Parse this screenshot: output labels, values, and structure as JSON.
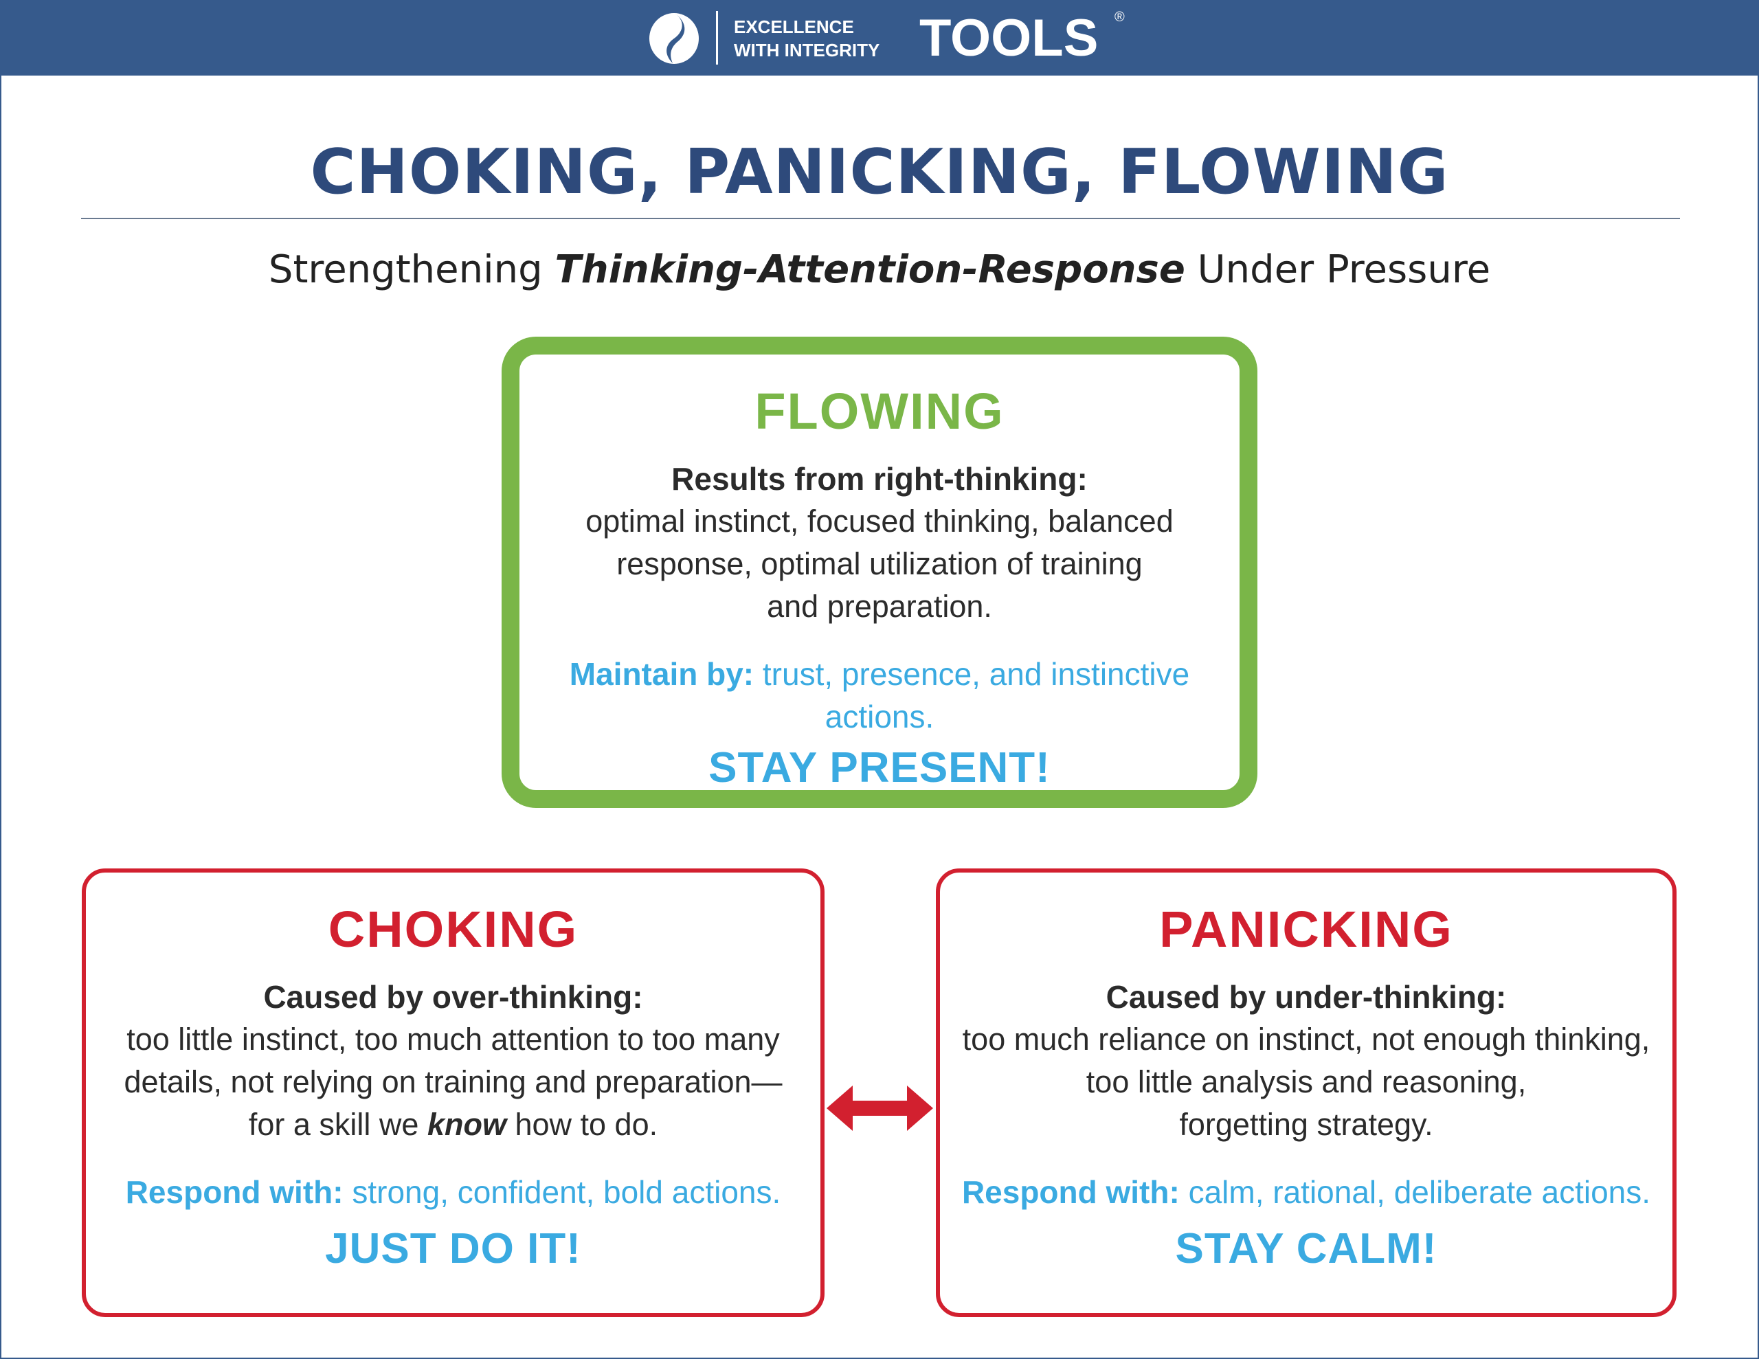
{
  "header": {
    "tagline_line1": "EXCELLENCE",
    "tagline_line2": "WITH INTEGRITY",
    "brand": "TOOLS",
    "registered": "®",
    "color": "#365a8c"
  },
  "title": "CHOKING, PANICKING, FLOWING",
  "subtitle": {
    "pre": "Strengthening ",
    "emphasis": "Thinking-Attention-Response",
    "post": " Under Pressure"
  },
  "flowing": {
    "heading": "FLOWING",
    "lead": "Results from right-thinking:",
    "body_lines": [
      "optimal instinct, focused thinking, balanced",
      "response, optimal utilization of training",
      "and preparation."
    ],
    "action_label": "Maintain by:",
    "action_text": " trust, presence, and instinctive",
    "action_text2": "actions.",
    "cta": "STAY PRESENT!",
    "color": "#7ab648"
  },
  "choking": {
    "heading": "CHOKING",
    "lead": "Caused by over-thinking:",
    "body_lines": [
      "too little instinct, too much attention to too many",
      "details, not relying on training and preparation—"
    ],
    "body_line3_pre": "for a skill we ",
    "body_line3_em": "know",
    "body_line3_post": " how to do.",
    "action_label": "Respond with:",
    "action_text": " strong, confident, bold actions.",
    "cta": "JUST DO IT!",
    "color": "#d2202f"
  },
  "panicking": {
    "heading": "PANICKING",
    "lead": "Caused by under-thinking:",
    "body_lines": [
      "too much reliance on instinct, not enough thinking,",
      "too little analysis and reasoning,",
      "forgetting strategy."
    ],
    "action_label": "Respond with:",
    "action_text": " calm, rational, deliberate actions.",
    "cta": "STAY CALM!",
    "color": "#d2202f"
  },
  "accent_blue": "#3aaae1"
}
